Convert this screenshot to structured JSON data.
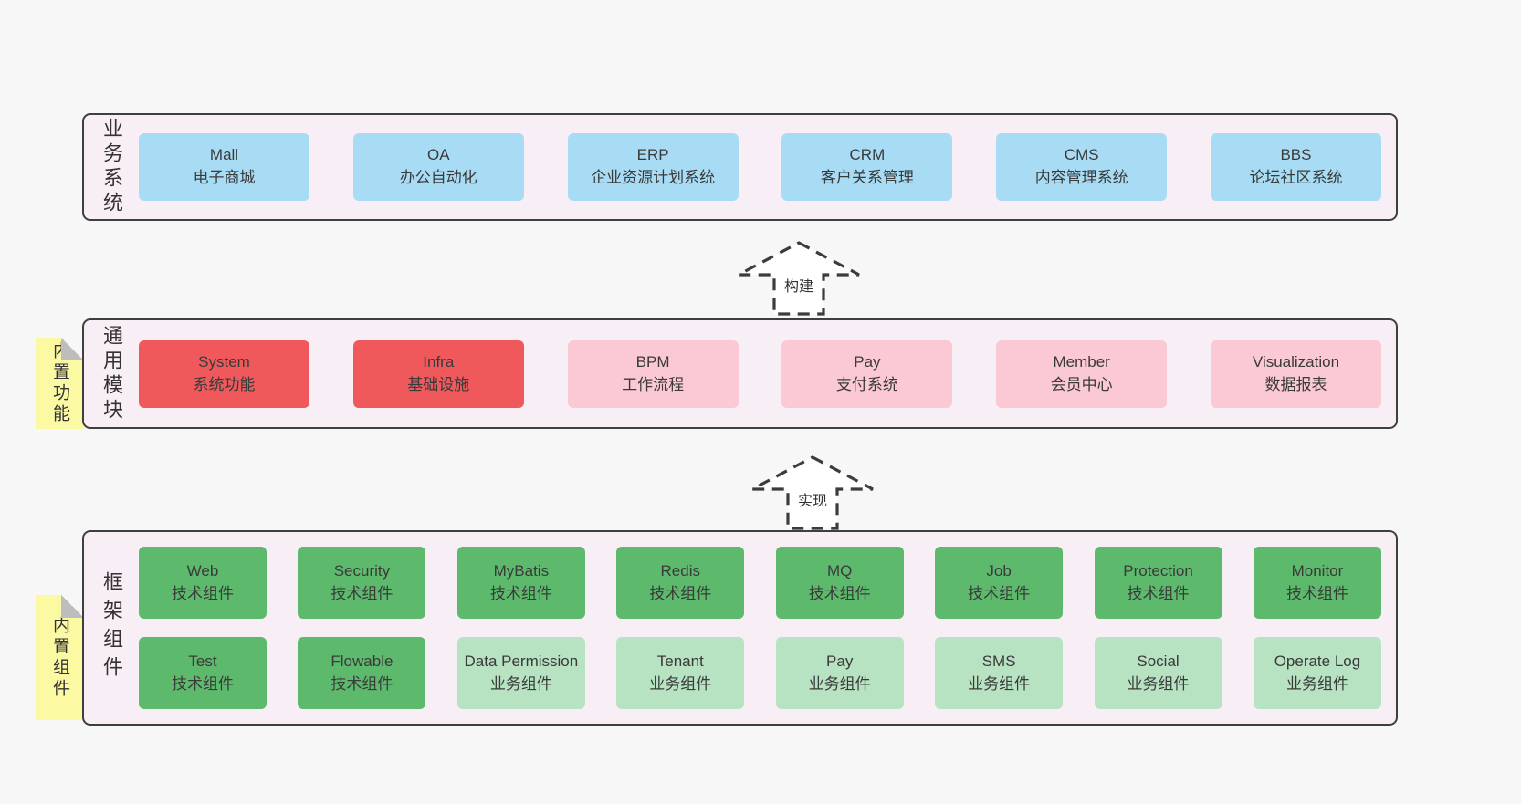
{
  "colors": {
    "page_bg": "#f7f7f7",
    "container_fill": "#f8eef6",
    "container_border": "#3f3f3f",
    "note_fill": "#fbf9a2",
    "note_fold": "#bdbdbd",
    "blue": "#a8dcf5",
    "red": "#f0595c",
    "pink": "#fac9d3",
    "green": "#5dba6c",
    "light_green": "#b7e3c2",
    "text": "#3a3a3a"
  },
  "arrows": [
    {
      "label": "构建"
    },
    {
      "label": "实现"
    }
  ],
  "tiers": [
    {
      "label": "业务系统",
      "note": "",
      "rows": [
        [
          {
            "name": "Mall",
            "desc": "电子商城",
            "variant": "blue"
          },
          {
            "name": "OA",
            "desc": "办公自动化",
            "variant": "blue"
          },
          {
            "name": "ERP",
            "desc": "企业资源计划系统",
            "variant": "blue"
          },
          {
            "name": "CRM",
            "desc": "客户关系管理",
            "variant": "blue"
          },
          {
            "name": "CMS",
            "desc": "内容管理系统",
            "variant": "blue"
          },
          {
            "name": "BBS",
            "desc": "论坛社区系统",
            "variant": "blue"
          }
        ]
      ]
    },
    {
      "label": "通用模块",
      "note": "内置功能",
      "rows": [
        [
          {
            "name": "System",
            "desc": "系统功能",
            "variant": "red"
          },
          {
            "name": "Infra",
            "desc": "基础设施",
            "variant": "red"
          },
          {
            "name": "BPM",
            "desc": "工作流程",
            "variant": "pink"
          },
          {
            "name": "Pay",
            "desc": "支付系统",
            "variant": "pink"
          },
          {
            "name": "Member",
            "desc": "会员中心",
            "variant": "pink"
          },
          {
            "name": "Visualization",
            "desc": "数据报表",
            "variant": "pink"
          }
        ]
      ]
    },
    {
      "label": "框架组件",
      "note": "内置组件",
      "rows": [
        [
          {
            "name": "Web",
            "desc": "技术组件",
            "variant": "green"
          },
          {
            "name": "Security",
            "desc": "技术组件",
            "variant": "green"
          },
          {
            "name": "MyBatis",
            "desc": "技术组件",
            "variant": "green"
          },
          {
            "name": "Redis",
            "desc": "技术组件",
            "variant": "green"
          },
          {
            "name": "MQ",
            "desc": "技术组件",
            "variant": "green"
          },
          {
            "name": "Job",
            "desc": "技术组件",
            "variant": "green"
          },
          {
            "name": "Protection",
            "desc": "技术组件",
            "variant": "green"
          },
          {
            "name": "Monitor",
            "desc": "技术组件",
            "variant": "green"
          }
        ],
        [
          {
            "name": "Test",
            "desc": "技术组件",
            "variant": "green"
          },
          {
            "name": "Flowable",
            "desc": "技术组件",
            "variant": "green"
          },
          {
            "name": "Data Permission",
            "desc": "业务组件",
            "variant": "light-green"
          },
          {
            "name": "Tenant",
            "desc": "业务组件",
            "variant": "light-green"
          },
          {
            "name": "Pay",
            "desc": "业务组件",
            "variant": "light-green"
          },
          {
            "name": "SMS",
            "desc": "业务组件",
            "variant": "light-green"
          },
          {
            "name": "Social",
            "desc": "业务组件",
            "variant": "light-green"
          },
          {
            "name": "Operate Log",
            "desc": "业务组件",
            "variant": "light-green"
          }
        ]
      ]
    }
  ]
}
